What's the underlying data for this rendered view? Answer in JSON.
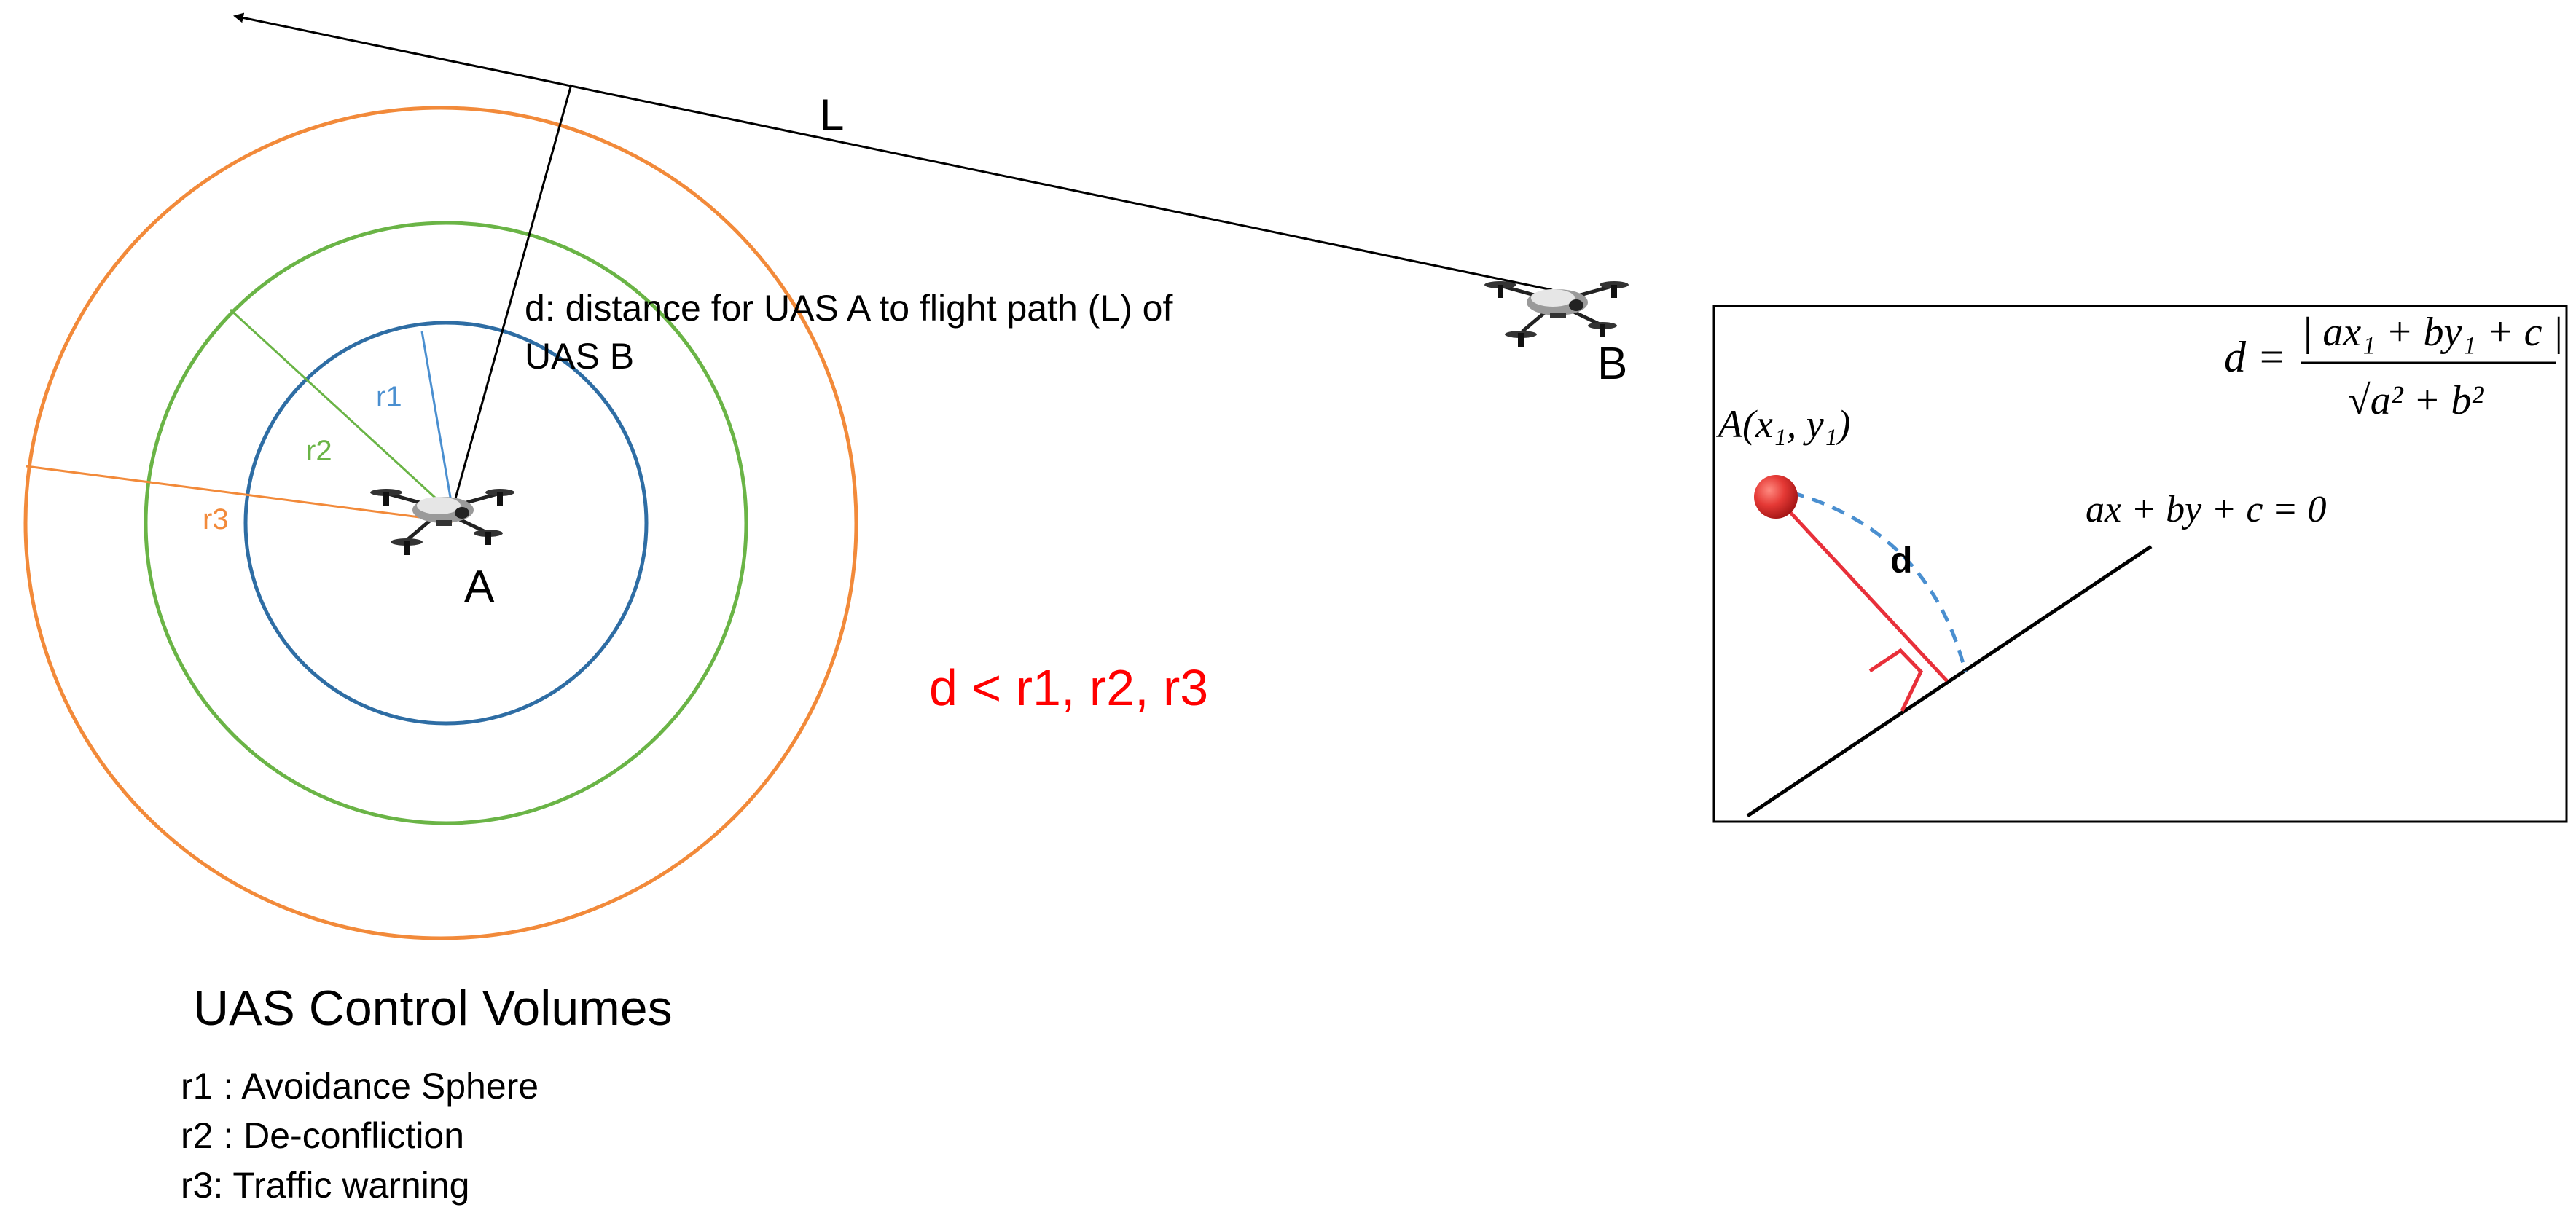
{
  "labels": {
    "path_label": "L",
    "uas_a": "A",
    "uas_b": "B",
    "distance_line1": "d: distance for UAS A to flight path (L) of",
    "distance_line2": "UAS B",
    "r1": "r1",
    "r2": "r2",
    "r3": "r3",
    "condition": "d < r1, r2, r3"
  },
  "legend": {
    "title": "UAS Control Volumes",
    "items": [
      "r1 : Avoidance Sphere",
      "r2 : De-confliction",
      "r3: Traffic warning"
    ]
  },
  "inset": {
    "point_label": "A(x₁, y₁)",
    "line_equation": "ax + by + c = 0",
    "d_label": "d",
    "formula_lhs": "d =",
    "formula_numerator": "| ax₁ + by₁ + c |",
    "formula_denominator": "√a² + b²"
  },
  "colors": {
    "r1": "#2e6da4",
    "r2": "#6ab446",
    "r3": "#f28a3a",
    "condition": "#ff0000",
    "perpendicular": "#e8303a",
    "arc": "#4a8fd0",
    "point": "#d91e18"
  },
  "icons": [
    "drone-icon"
  ]
}
